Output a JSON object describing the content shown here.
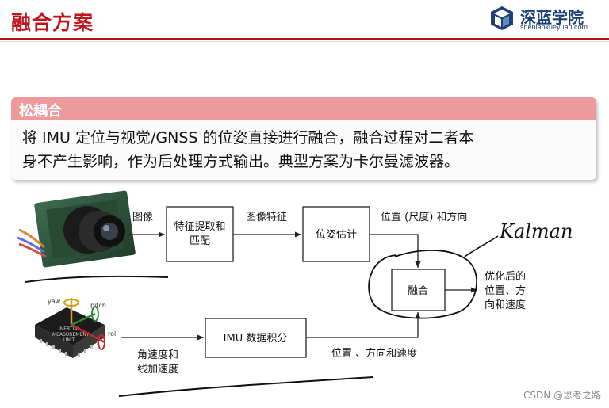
{
  "header": {
    "title": "融合方案",
    "logo": {
      "name": "深蓝学院",
      "url": "shenlanxueyuan.com"
    }
  },
  "callout": {
    "title": "松耦合",
    "body_line1": "将 IMU 定位与视觉/GNSS 的位姿直接进行融合，融合过程对二者本",
    "body_line2": "身不产生影响，作为后处理方式输出。典型方案为卡尔曼滤波器。"
  },
  "diagram": {
    "boxes": {
      "feature": [
        "特征提取和",
        "匹配"
      ],
      "pose": "位姿估计",
      "fusion": "融合",
      "imu": "IMU 数据积分"
    },
    "edge_labels": {
      "image": "图像",
      "image_feature": "图像特征",
      "pose_out": "位置 (尺度) 和方向",
      "optimized": [
        "优化后的",
        "位置、方",
        "向和速度"
      ],
      "imu_in": [
        "角速度和",
        "线加速度"
      ],
      "imu_out": "位置 、方向和速度"
    },
    "imu_chip_labels": {
      "yaw": "yaw",
      "pitch": "pitch",
      "roll": "roll",
      "chip_text": [
        "INERTIAL",
        "MEASUREMENT",
        "UNIT"
      ]
    },
    "handwriting": "Kalman"
  },
  "watermark": "CSDN @思考之路",
  "colors": {
    "title_red": "#c0141c",
    "callout_header": "#ec9a9c",
    "logo_blue": "#1d3f73"
  }
}
